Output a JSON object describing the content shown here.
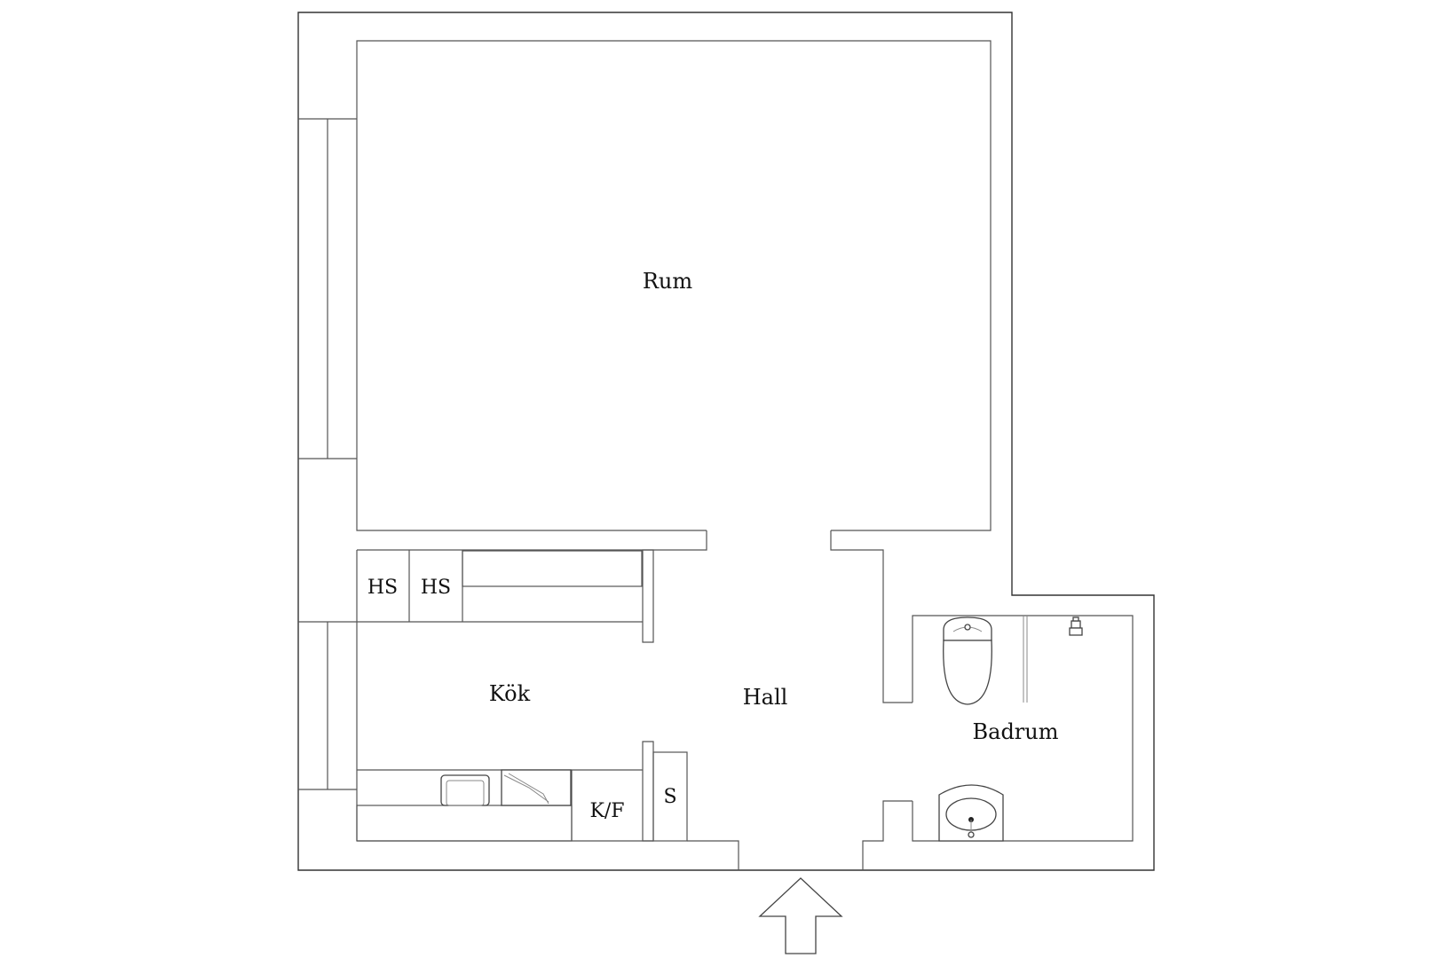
{
  "rooms": {
    "rum": "Rum",
    "kok": "Kök",
    "hall": "Hall",
    "badrum": "Badrum"
  },
  "fixtures": {
    "closet_1": "HS",
    "closet_2": "HS",
    "fridge_freezer": "K/F",
    "storage": "S"
  }
}
